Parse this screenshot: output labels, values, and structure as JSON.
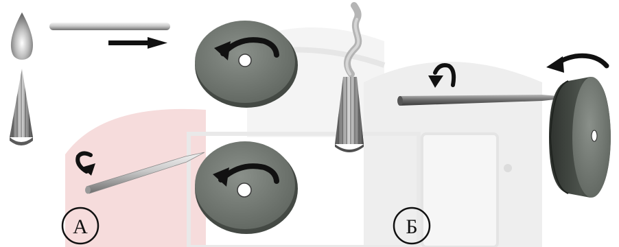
{
  "figure": {
    "panel_a_label": "А",
    "panel_b_label": "Б"
  },
  "icons": {
    "watermark": "faint-watermark-logo",
    "flame": "flame-icon",
    "smoke": "smoke-icon",
    "electrode": "electrode-rod-icon",
    "grinding_wheel": "grinding-wheel-icon",
    "rotation_arrow": "rotation-arrow-icon",
    "direction_arrow": "direction-arrow-icon"
  },
  "colors": {
    "wheel_face": "#6f756f",
    "wheel_edge": "#3f443f",
    "rod_light": "#e6e6e6",
    "rod_dark": "#6e6e6e",
    "arrow": "#111111",
    "watermark_red": "#f6dcdc",
    "watermark_gray": "#ececec"
  }
}
